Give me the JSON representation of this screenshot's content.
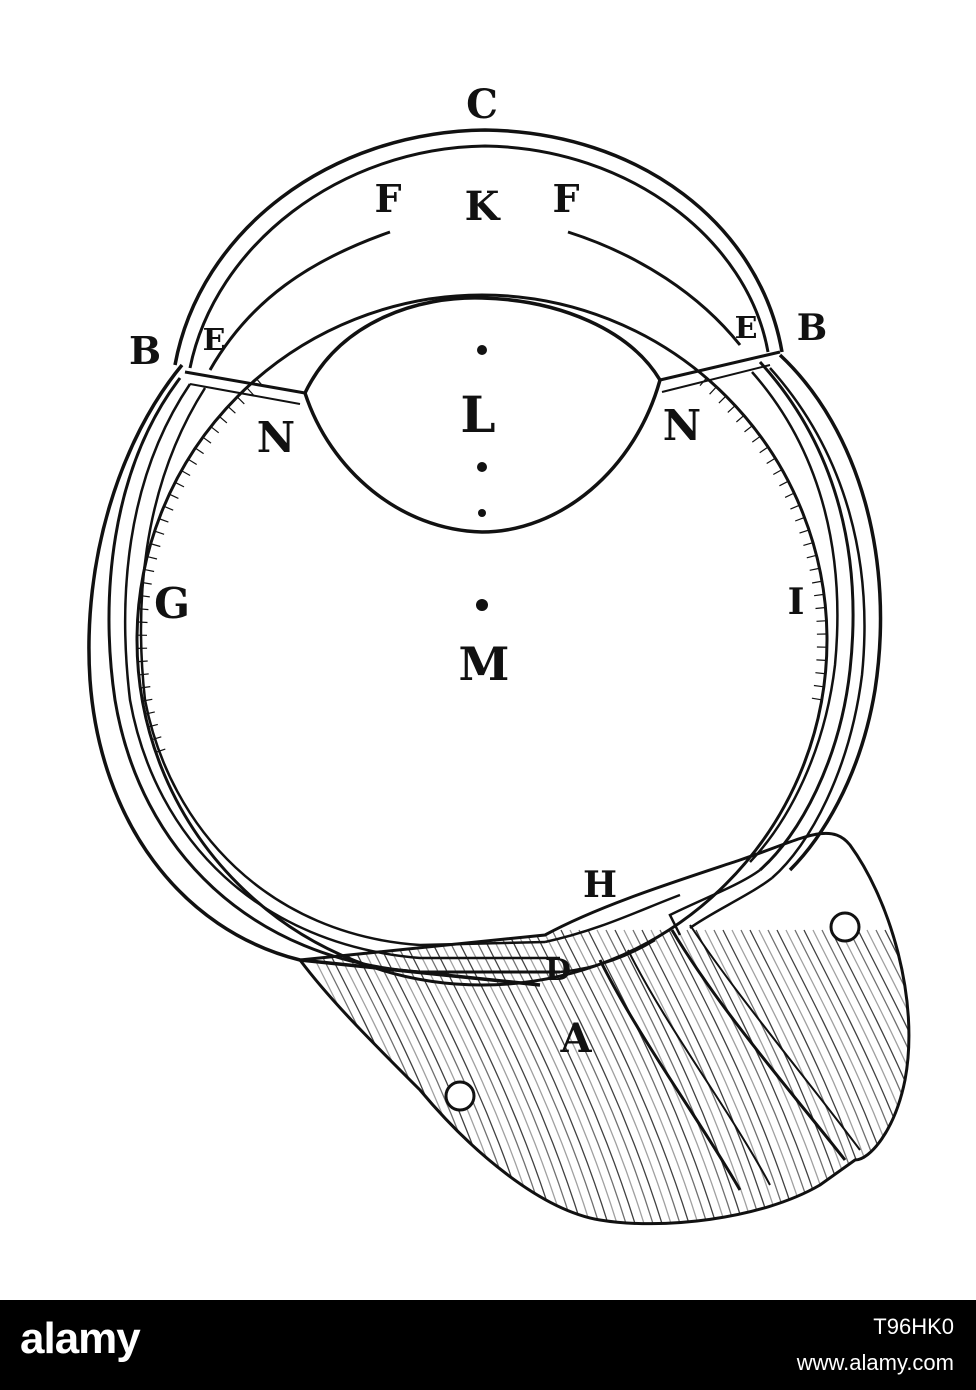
{
  "labels": {
    "C": "C",
    "F_left": "F",
    "K": "K",
    "F_right": "F",
    "B_left": "B",
    "E_left": "E",
    "E_right": "E",
    "B_right": "B",
    "N_left": "N",
    "L": "L",
    "N_right": "N",
    "G": "G",
    "I": "I",
    "M": "M",
    "H": "H",
    "D": "D",
    "A": "A",
    "O_left": "O",
    "O_right": "O"
  },
  "footer": {
    "brand": "alamy",
    "image_id": "T96HK0",
    "site": "www.alamy.com"
  },
  "colors": {
    "ink": "#111111",
    "background": "#ffffff",
    "footer_bg": "#000000",
    "footer_text": "#ffffff"
  }
}
